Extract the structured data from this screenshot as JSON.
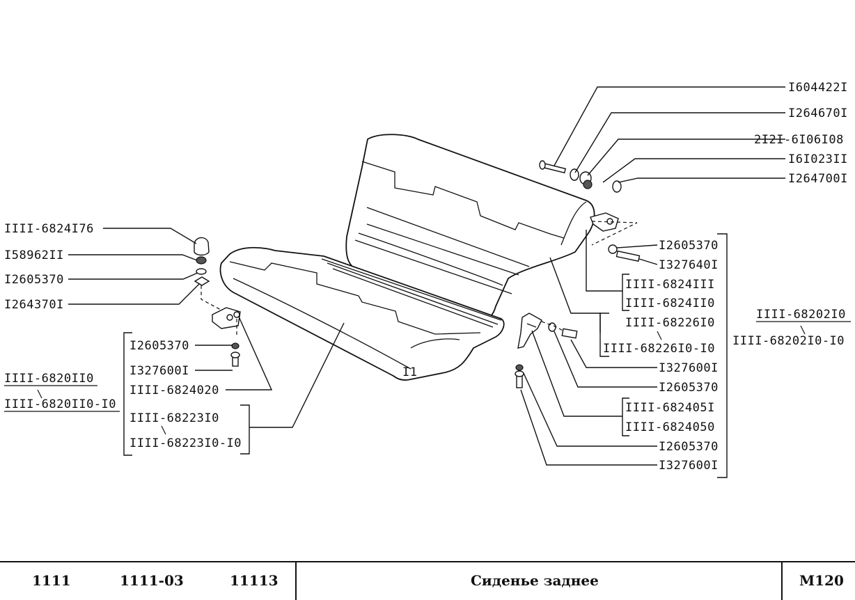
{
  "footer": {
    "models": [
      "1111",
      "1111-03",
      "11113"
    ],
    "title": "Сиденье заднее",
    "page": "M120"
  },
  "diagram": {
    "cushion_mark": "I1",
    "labels": {
      "top_bolt": "I604422I",
      "top_washer": "I264670I",
      "top_bushing": "2I2I-6I06I08",
      "top_nut": "I6I023II",
      "top_washer2": "I264700I",
      "right_washer": "I2605370",
      "right_bolt": "I327640I",
      "right_latch_a": "IIII-6824III",
      "right_latch_b": "IIII-6824II0",
      "back_a": "IIII-68226I0",
      "back_b": "IIII-68226I0-I0",
      "seat_assy_right_a": "IIII-68202I0",
      "seat_assy_right_b": "IIII-68202I0-I0",
      "hinge_bolt": "I327600I",
      "hinge_washer": "I2605370",
      "hinge_a": "IIII-682405I",
      "hinge_b": "IIII-6824050",
      "low_washer": "I2605370",
      "low_bolt": "I327600I",
      "left_buffer": "IIII-6824I76",
      "left_nut": "I58962II",
      "left_washer": "I2605370",
      "left_washer2": "I264370I",
      "left_washer3": "I2605370",
      "left_bolt": "I327600I",
      "left_bracket": "IIII-6824020",
      "cushion_a": "IIII-68223I0",
      "cushion_b": "IIII-68223I0-I0",
      "seat_assy_left_a": "IIII-6820II0",
      "seat_assy_left_b": "IIII-6820II0-I0"
    }
  }
}
